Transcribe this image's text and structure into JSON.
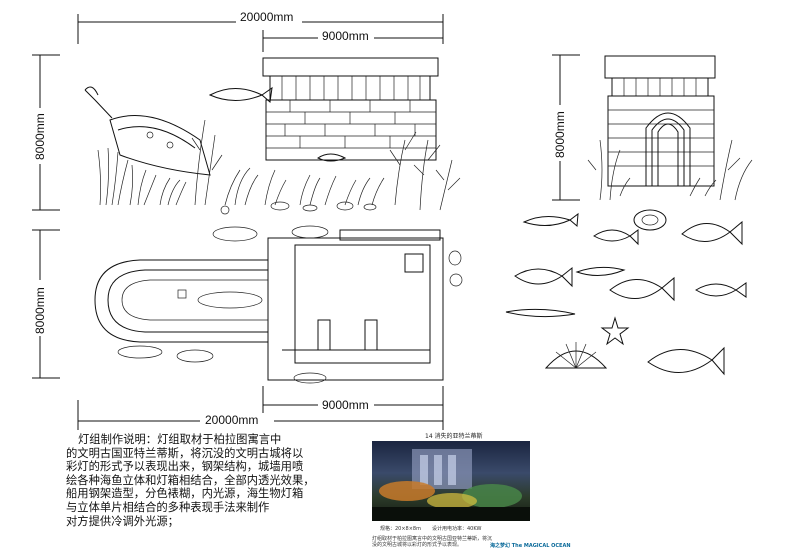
{
  "dimensions": {
    "top_overall": "20000mm",
    "top_inner": "9000mm",
    "left_upper": "8000mm",
    "left_lower": "8000mm",
    "right_height": "8000mm",
    "bottom_overall": "20000mm",
    "bottom_inner": "9000mm"
  },
  "description": {
    "lines": [
      "灯组制作说明：灯组取材于柏拉图寓言中",
      "的文明古国亚特兰蒂斯，将沉没的文明古城将以",
      "彩灯的形式予以表现出来，钢架结构，城墙用喷",
      "绘各种海鱼立体和灯箱相结合，全部内透光效果，",
      "船用钢架造型，分色裱糊，内光源，海生物灯箱",
      "与立体单片相结合的多种表现手法来制作",
      "对方提供冷调外光源；"
    ]
  },
  "photo_panel": {
    "caption": "14 消失的亚特兰蒂斯",
    "spec_left": "规格：20×8×8m",
    "spec_right": "设计用电功率：40KW",
    "note_line1": "灯组取材于柏拉图寓言中的文明古国亚特兰蒂斯，将沉",
    "note_line2": "没的文明古城将以彩灯的形式予以表现。",
    "logo_text": "海之梦幻 The MAGICAL OCEAN"
  }
}
